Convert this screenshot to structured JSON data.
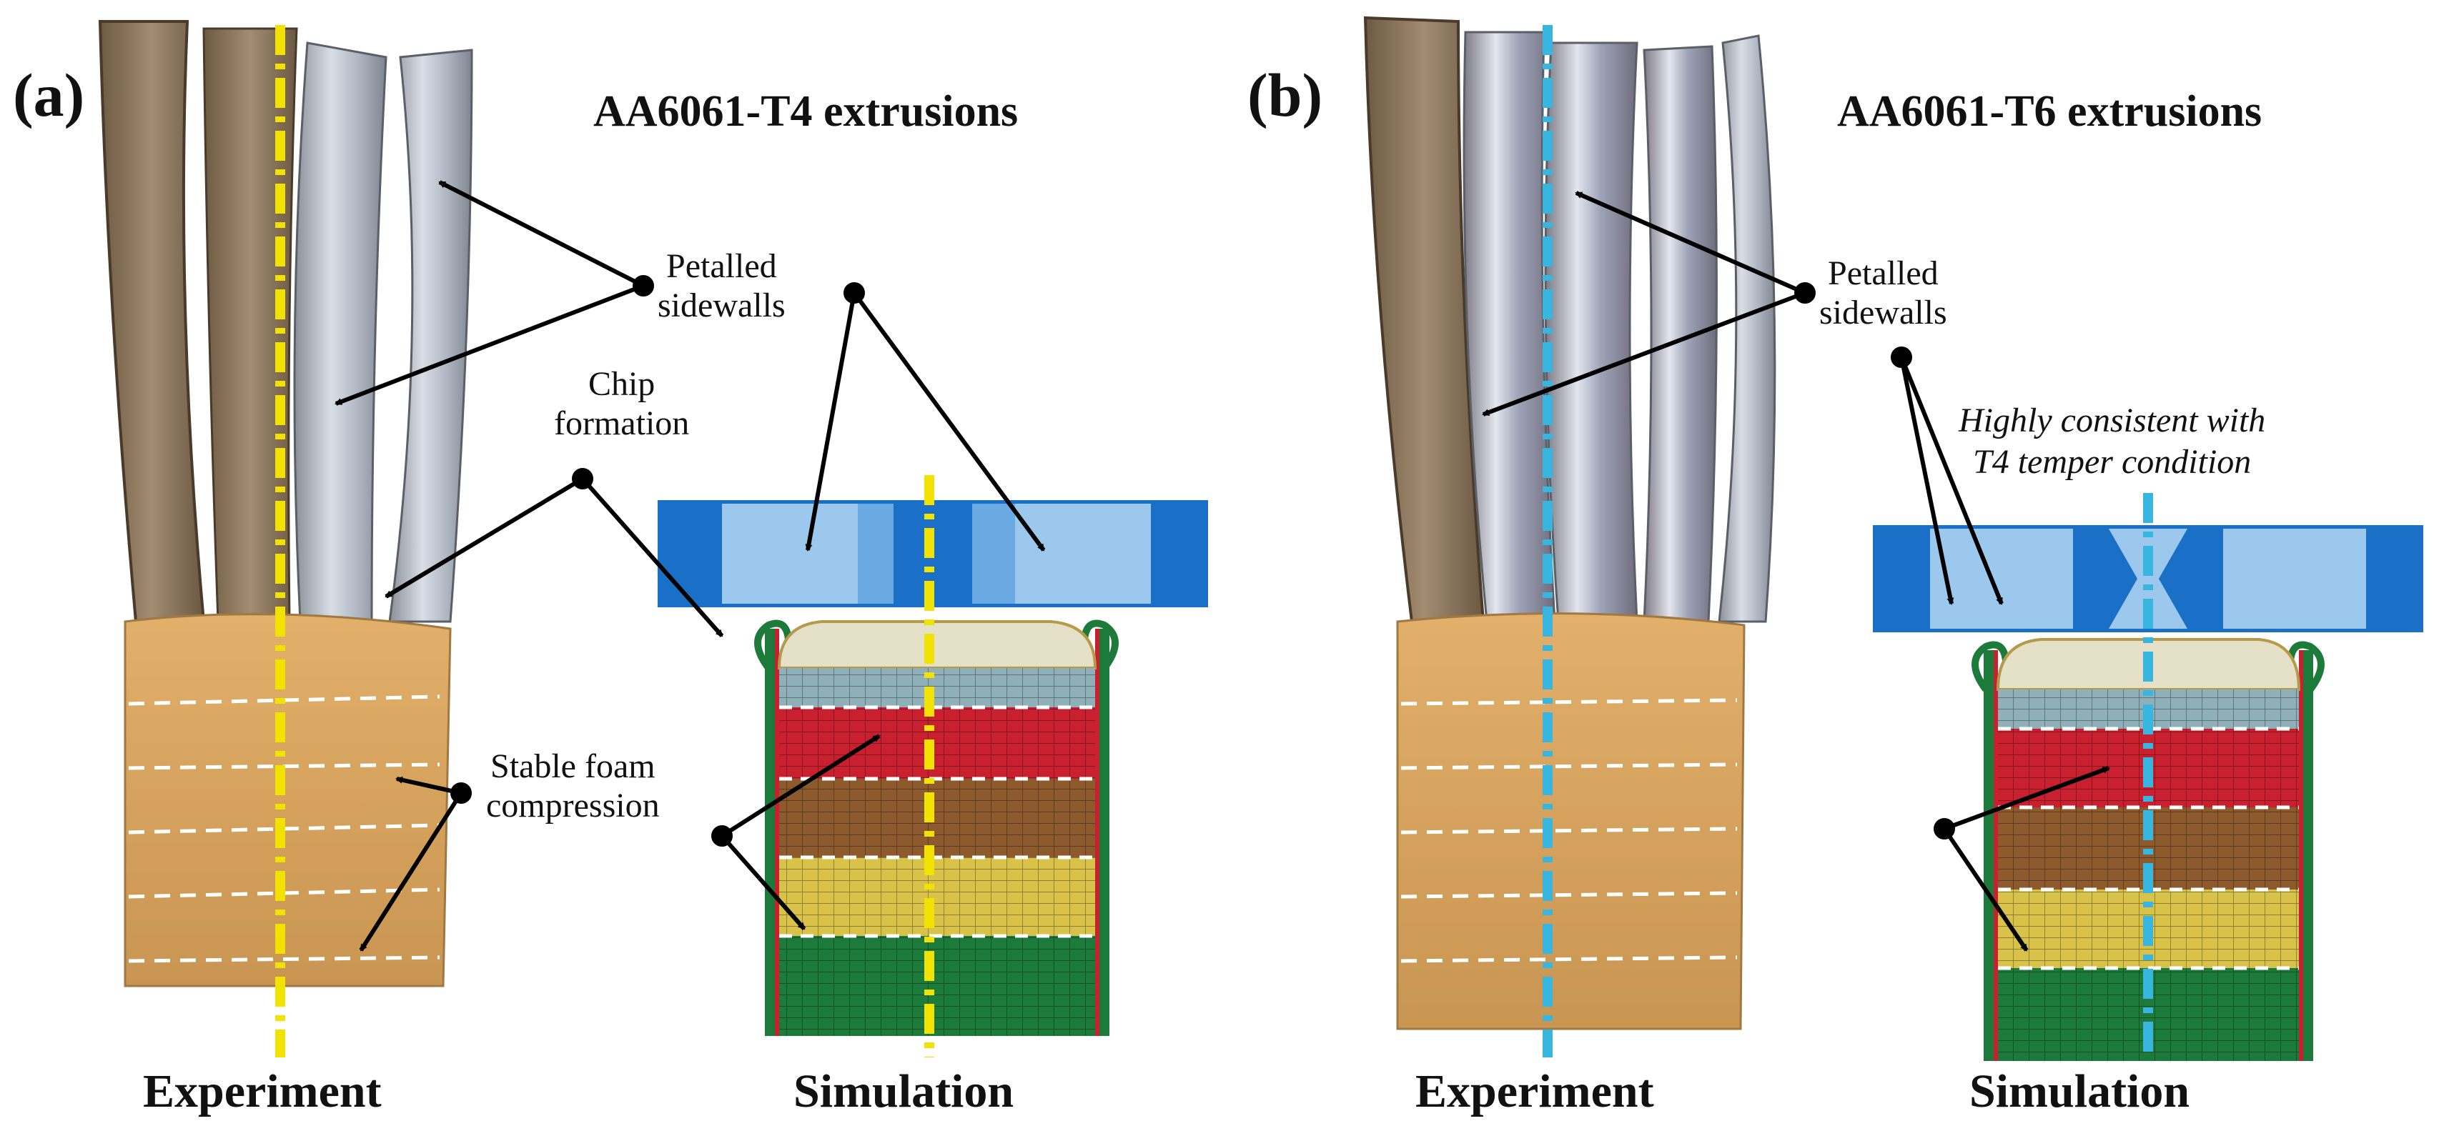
{
  "panel_a": {
    "label": "(a)",
    "title": "AA6061-T4 extrusions",
    "annotations": {
      "petalled_line1": "Petalled",
      "petalled_line2": "sidewalls",
      "chip_line1": "Chip",
      "chip_line2": "formation",
      "foam_line1": "Stable foam",
      "foam_line2": "compression"
    },
    "caption_left": "Experiment",
    "caption_right": "Simulation"
  },
  "panel_b": {
    "label": "(b)",
    "title": "AA6061-T6 extrusions",
    "annotations": {
      "petalled_line1": "Petalled",
      "petalled_line2": "sidewalls",
      "consistent_line1": "Highly consistent with",
      "consistent_line2": "T4 temper condition"
    },
    "caption_left": "Experiment",
    "caption_right": "Simulation"
  },
  "colors": {
    "axis_a": "#f2e200",
    "axis_b": "#39b6e0",
    "foam": "#d9a25e",
    "die_dark": "#1a6fc7",
    "die_light": "#9dc8ee",
    "band_grey": "#8fb0b8",
    "band_red": "#c8202e",
    "band_brown": "#8c5a2c",
    "band_yellow": "#d8c24a",
    "band_green": "#1c7a3a"
  }
}
